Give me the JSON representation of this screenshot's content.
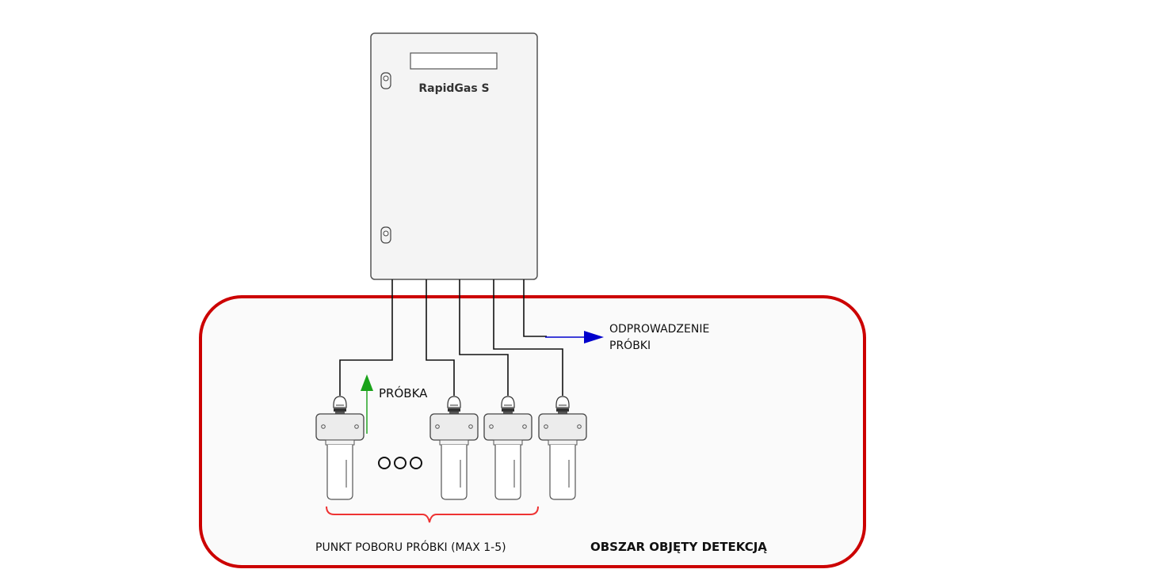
{
  "device": {
    "name": "RapidGas S"
  },
  "labels": {
    "sample": "PRÓBKA",
    "outlet_line1": "ODPROWADZENIE",
    "outlet_line2": "PRÓBKI",
    "sampling_points": "PUNKT POBORU PRÓBKI (MAX 1-5)",
    "detection_area": "OBSZAR OBJĘTY DETEKCJĄ"
  },
  "colors": {
    "area_border": "#cc0000",
    "area_fill": "#fafafa",
    "brace": "#ee3333",
    "sample_arrow": "#1aa31a",
    "outlet_arrow": "#0000cc",
    "device_fill": "#f4f4f4",
    "device_stroke": "#555555"
  },
  "sampling_point_count_visible": 4,
  "ellipsis_dots": 3
}
